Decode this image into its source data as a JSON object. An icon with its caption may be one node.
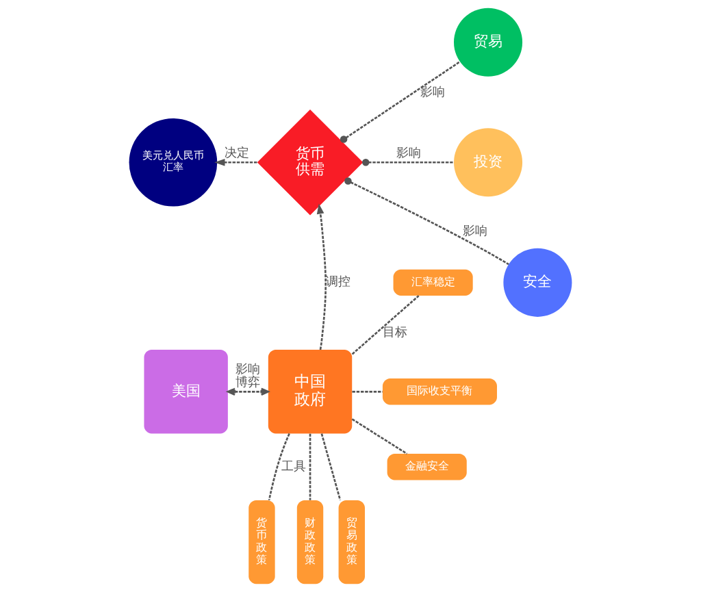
{
  "diagram": {
    "nodes": [
      {
        "text": [
          "美元兑人民币汇率"
        ]
      },
      {
        "text": [
          "货币供需"
        ]
      },
      {
        "text": [
          "贸易"
        ]
      },
      {
        "text": [
          "投资"
        ]
      },
      {
        "text": [
          "安全"
        ]
      },
      {
        "text": [
          "美国"
        ]
      },
      {
        "text": [
          "中国政府"
        ]
      },
      {
        "text": [
          "汇率稳定"
        ]
      },
      {
        "text": [
          "国际收支平衡"
        ]
      },
      {
        "text": [
          "金融安全"
        ]
      },
      {
        "text": [
          "货币政策"
        ]
      },
      {
        "text": [
          "财政政策"
        ]
      },
      {
        "text": [
          "贸易政策"
        ]
      }
    ],
    "edges": [
      {
        "from": 1,
        "to": 0,
        "arrow": "to",
        "label": "决定",
        "style": "dashed"
      },
      {
        "from": 1,
        "to": 2,
        "arrow": "other",
        "label": "影响",
        "style": "dashed"
      },
      {
        "from": 1,
        "to": 3,
        "arrow": "other",
        "label": "影响",
        "style": "dashed"
      },
      {
        "from": 1,
        "to": 4,
        "arrow": "other",
        "label": "影响",
        "style": "dashed"
      },
      {
        "from": 6,
        "to": 1,
        "arrow": "to",
        "label": "调控",
        "style": "dashed"
      },
      {
        "from": 5,
        "to": 6,
        "arrow": "both",
        "label": "影响博弈",
        "style": "dashed"
      },
      {
        "from": 6,
        "to": 7,
        "arrow": "none",
        "label": "目标",
        "style": "dashed"
      },
      {
        "from": 6,
        "to": 8,
        "arrow": "none",
        "style": "dashed"
      },
      {
        "from": 6,
        "to": 9,
        "arrow": "none",
        "style": "dashed"
      },
      {
        "from": 6,
        "to": 10,
        "arrow": "none",
        "label": "工具",
        "style": "dashed"
      },
      {
        "from": 6,
        "to": 11,
        "arrow": "none",
        "style": "dashed"
      },
      {
        "from": 6,
        "to": 12,
        "arrow": "none",
        "style": "dashed"
      }
    ]
  }
}
